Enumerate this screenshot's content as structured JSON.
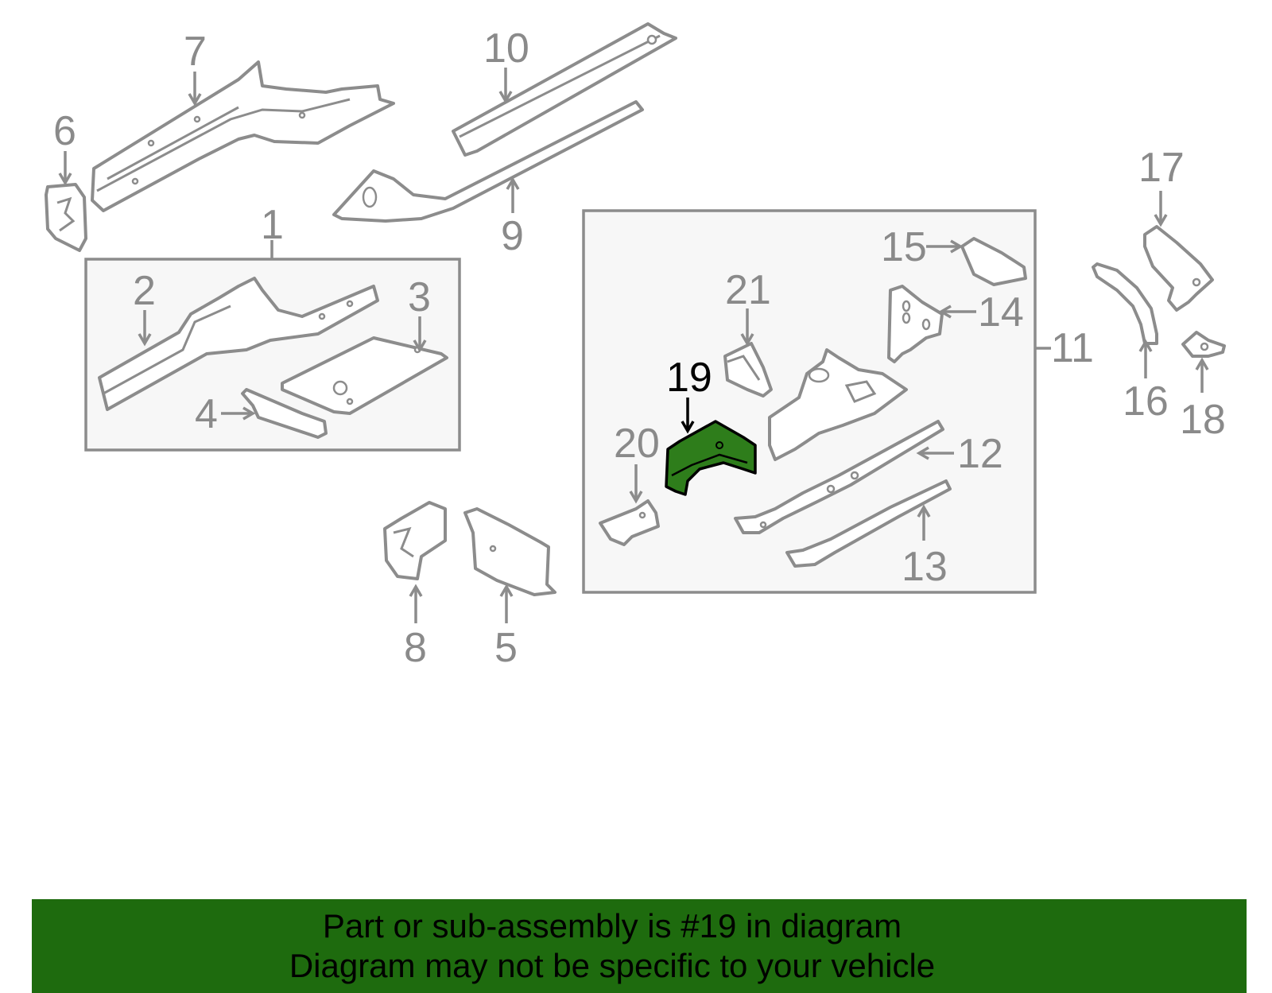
{
  "diagram": {
    "highlighted_part": "19",
    "highlight_color": "#2e7d1b",
    "outline_color": "#8c8c8c",
    "callouts": {
      "c1": "1",
      "c2": "2",
      "c3": "3",
      "c4": "4",
      "c5": "5",
      "c6": "6",
      "c7": "7",
      "c8": "8",
      "c9": "9",
      "c10": "10",
      "c11": "11",
      "c12": "12",
      "c13": "13",
      "c14": "14",
      "c15": "15",
      "c16": "16",
      "c17": "17",
      "c18": "18",
      "c19": "19",
      "c20": "20",
      "c21": "21"
    }
  },
  "banner": {
    "line1": "Part or sub-assembly is #19 in diagram",
    "line2": "Diagram may not be specific to your vehicle",
    "background": "#1e6b0e"
  }
}
